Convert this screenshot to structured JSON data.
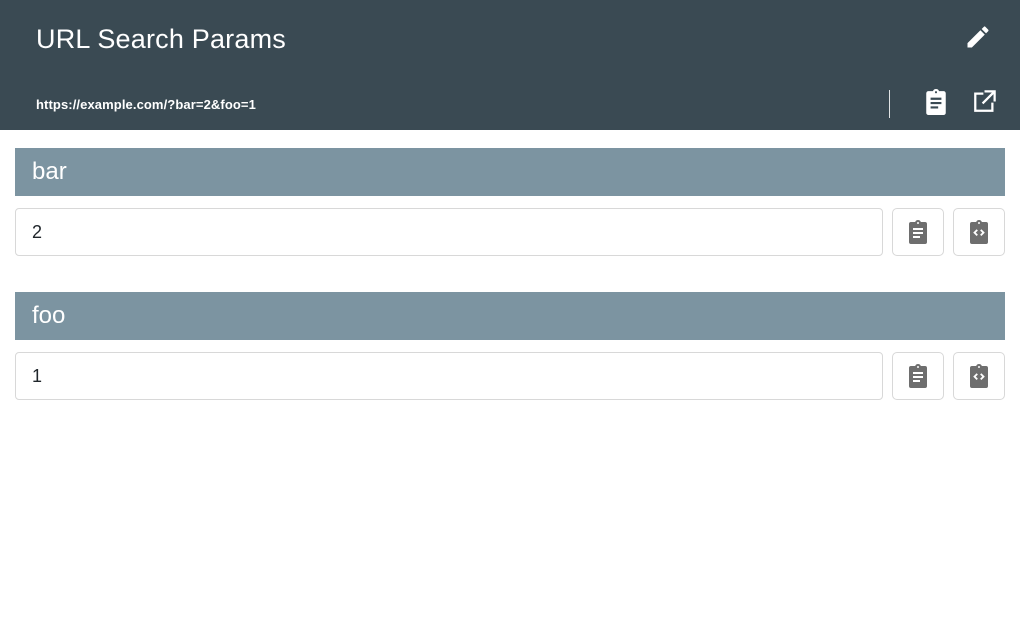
{
  "app": {
    "title": "URL Search Params",
    "url": "https://example.com/?bar=2&foo=1",
    "edit_icon": "pencil-icon",
    "copy_url_icon": "clipboard-icon",
    "open_url_icon": "external-link-icon",
    "colors": {
      "appbar_bg": "#3a4a53",
      "param_header_bg": "#7c94a1",
      "page_bg": "#ffffff",
      "input_border": "#d8d8d8",
      "icon_gray": "#6e6e6e",
      "text_light": "#ffffff",
      "text_dark": "#20262b"
    }
  },
  "params": [
    {
      "name": "bar",
      "value": "2",
      "placeholder": "",
      "copy_value_icon": "clipboard-icon",
      "copy_code_icon": "clipboard-code-icon"
    },
    {
      "name": "foo",
      "value": "1",
      "placeholder": "",
      "copy_value_icon": "clipboard-icon",
      "copy_code_icon": "clipboard-code-icon"
    }
  ]
}
